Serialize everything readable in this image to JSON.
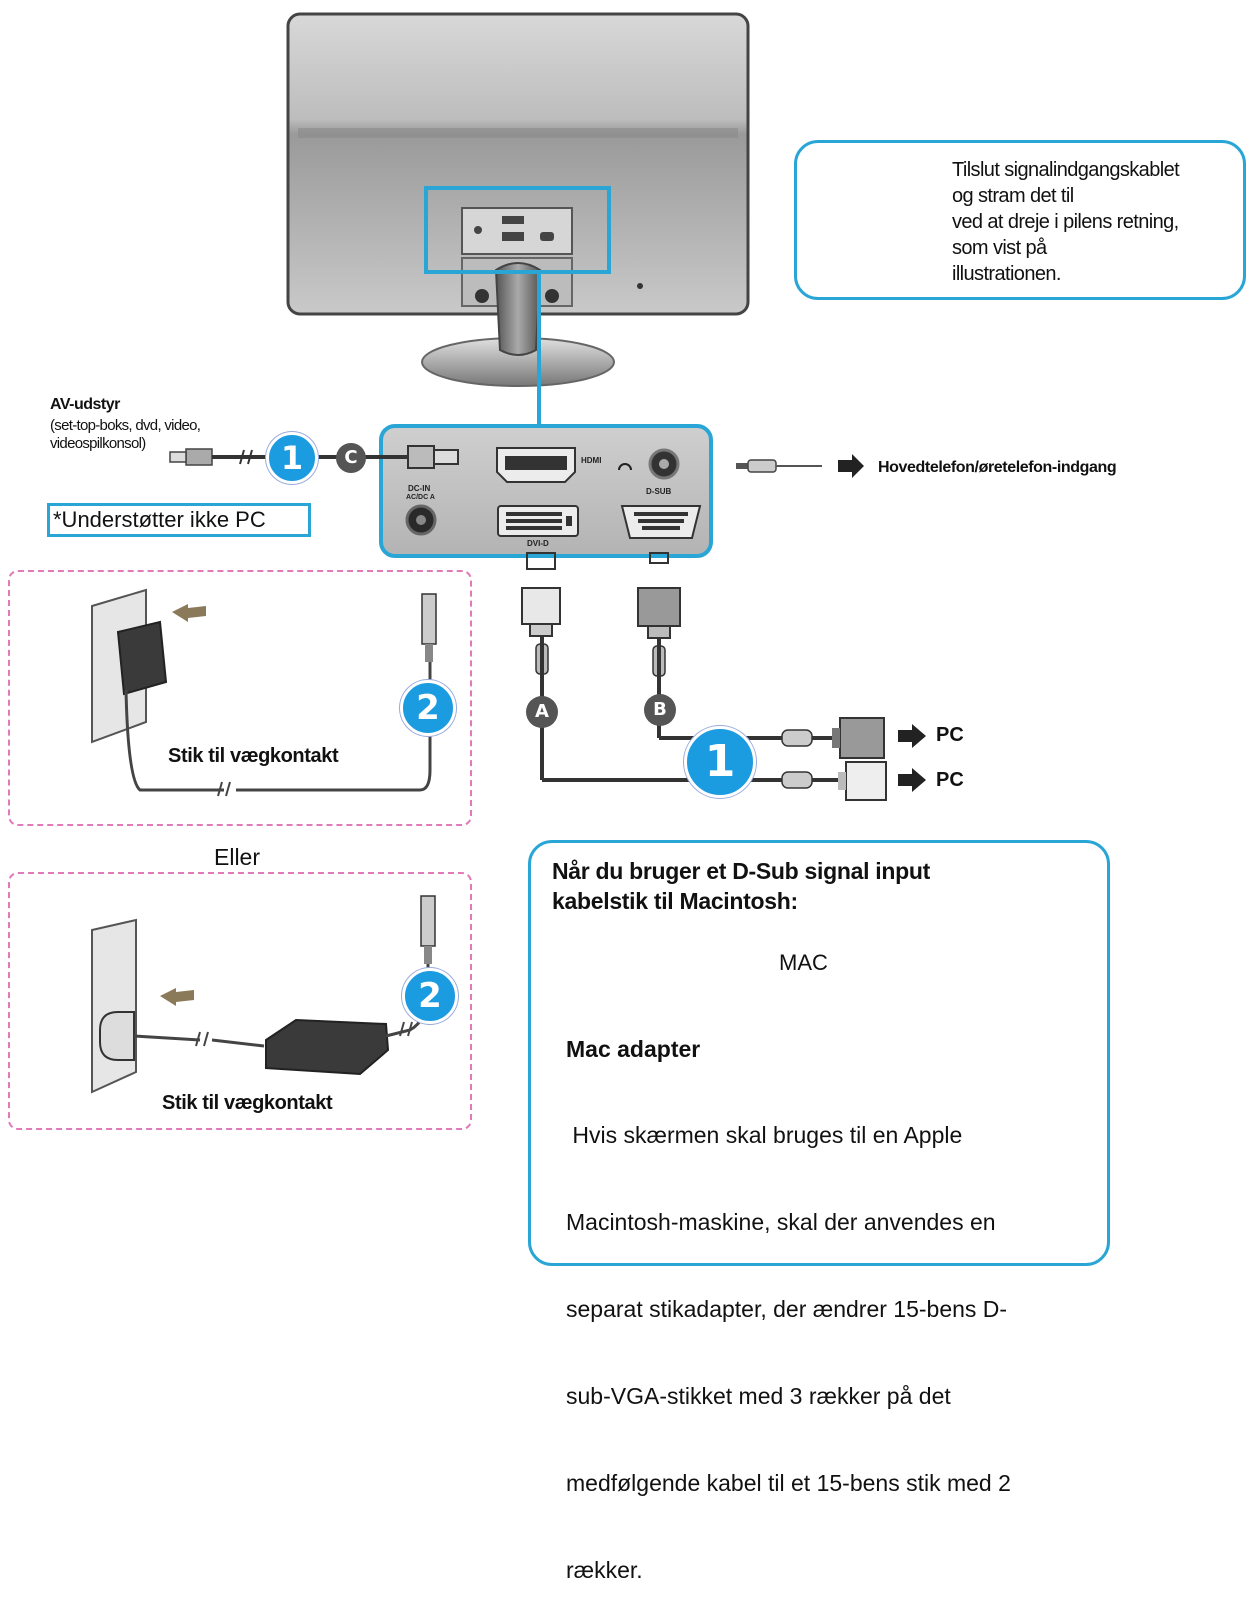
{
  "callout_tighten": {
    "lines": [
      "Tilslut signalindgangskablet",
      "og stram det til",
      "ved at dreje i pilens retning,",
      "som vist på",
      "illustrationen."
    ]
  },
  "av_equipment": {
    "title": "AV-udstyr",
    "subtitle_lines": [
      "(set-top-boks, dvd, video,",
      "videospilkonsol)"
    ]
  },
  "pc_note": "*Understøtter ikke PC",
  "ports": {
    "hdmi": "HDMI",
    "dsub": "D-SUB",
    "dvi": "DVI-D",
    "dc_in": "DC-IN",
    "dc_in_sub": "AC/DC A"
  },
  "headphone_label": "Hovedtelefon/øretelefon-indgang",
  "badges": {
    "one": "1",
    "two": "2",
    "a": "A",
    "b": "B",
    "c": "C"
  },
  "pc_label": "PC",
  "wall_outlet": "Stik til vægkontakt",
  "or_label": "Eller",
  "mac": {
    "heading_lines": [
      "Når du bruger et D-Sub signal input",
      "kabelstik til Macintosh:"
    ],
    "mac_label": "MAC",
    "adapter_title": "Mac adapter",
    "body_lines": [
      " Hvis skærmen skal bruges til en Apple",
      "Macintosh-maskine, skal der anvendes en",
      "separat stikadapter, der ændrer 15-bens D-",
      "sub-VGA-stikket med 3 rækker på det",
      "medfølgende kabel til et 15-bens stik med 2",
      "rækker."
    ]
  },
  "colors": {
    "accent": "#2aa6d6",
    "badge_blue": "#1b9be0",
    "dashed": "#e07ab8"
  }
}
